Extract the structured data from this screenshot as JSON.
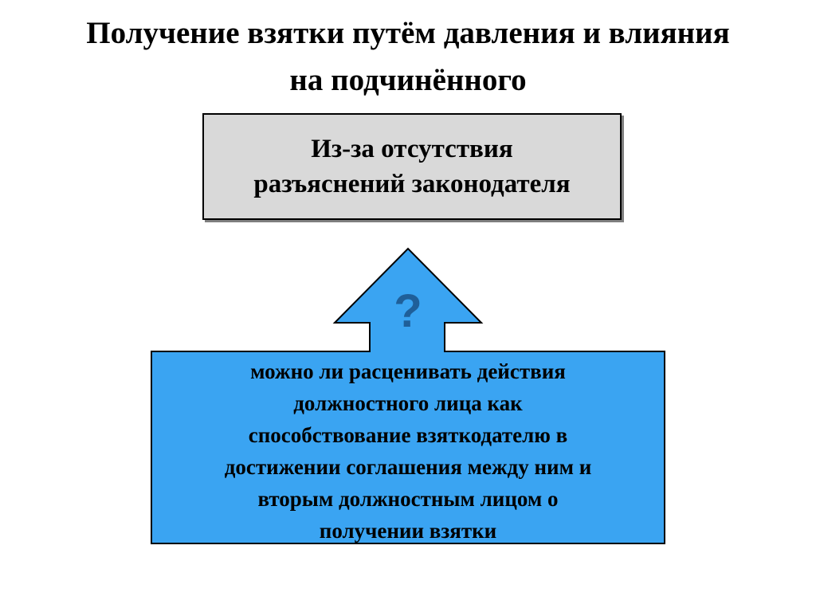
{
  "title": {
    "line1": "Получение взятки путём давления и влияния",
    "line2": "на подчинённого"
  },
  "top_box": {
    "line1": "Из-за отсутствия",
    "line2": "разъяснений законодателя",
    "fill_color": "#d9d9d9"
  },
  "callout": {
    "icon": "question-mark",
    "question_mark": "?",
    "fill_color": "#3aa4f2",
    "lines": [
      "можно ли расценивать действия",
      "должностного лица как",
      "способствование взяткодателю в",
      "достижении соглашения между ним и",
      "вторым должностным лицом о",
      "получении взятки"
    ]
  }
}
